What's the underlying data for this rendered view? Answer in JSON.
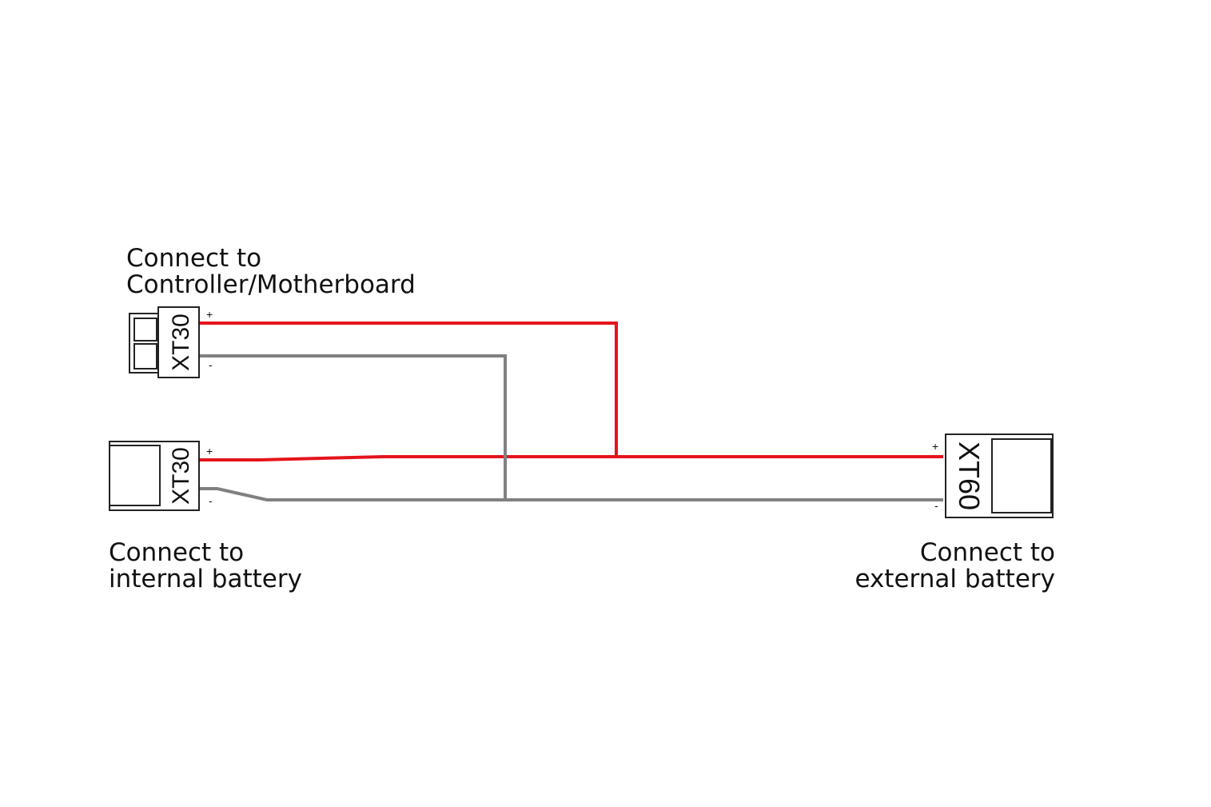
{
  "colors": {
    "positive_wire": "#e5141b",
    "negative_wire": "#808080",
    "outline": "#222222",
    "text": "#111111"
  },
  "labels": {
    "controller": [
      "Connect to",
      "Controller/Motherboard"
    ],
    "internal_battery": [
      "Connect to",
      "internal battery"
    ],
    "external_battery": [
      "Connect to",
      "external battery"
    ]
  },
  "connectors": {
    "controller": {
      "type": "XT30",
      "plus": "+",
      "minus": "-"
    },
    "internal_battery": {
      "type": "XT30",
      "plus": "+",
      "minus": "-"
    },
    "external_battery": {
      "type": "XT60",
      "plus": "+",
      "minus": "-"
    }
  }
}
